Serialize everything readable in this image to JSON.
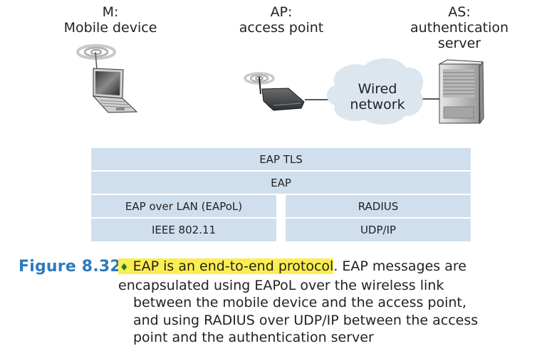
{
  "nodes": {
    "mobile": {
      "line1": "M:",
      "line2": "Mobile device",
      "icon": "laptop-icon"
    },
    "ap": {
      "line1": "AP:",
      "line2": "access point",
      "icon": "wireless-router-icon"
    },
    "as": {
      "line1": "AS:",
      "line2": "authentication",
      "line3": "server",
      "icon": "server-tower-icon"
    },
    "cloud": {
      "line1": "Wired",
      "line2": "network",
      "icon": "cloud-icon"
    }
  },
  "protocol_stack": {
    "full_width_rows": [
      "EAP TLS",
      "EAP"
    ],
    "left_column": [
      "EAP over LAN (EAPoL)",
      "IEEE 802.11"
    ],
    "right_column": [
      "RADIUS",
      "UDP/IP"
    ]
  },
  "caption": {
    "figure_number": "Figure 8.32",
    "bullet": "♦",
    "highlighted": "EAP is an end-to-end protocol",
    "line1_rest": ". EAP messages are",
    "line2": "encapsulated using EAPoL over the wireless link",
    "line3": "between the mobile device and the access point,",
    "line4": "and using RADIUS over UDP/IP between the access",
    "line5": "point and the authentication server"
  },
  "colors": {
    "stack_fill": "#cfdfee",
    "cloud_fill": "#dce6ef",
    "figure_number": "#2e7bbd",
    "highlight": "#fbee50",
    "bullet": "#1f7a3a"
  }
}
